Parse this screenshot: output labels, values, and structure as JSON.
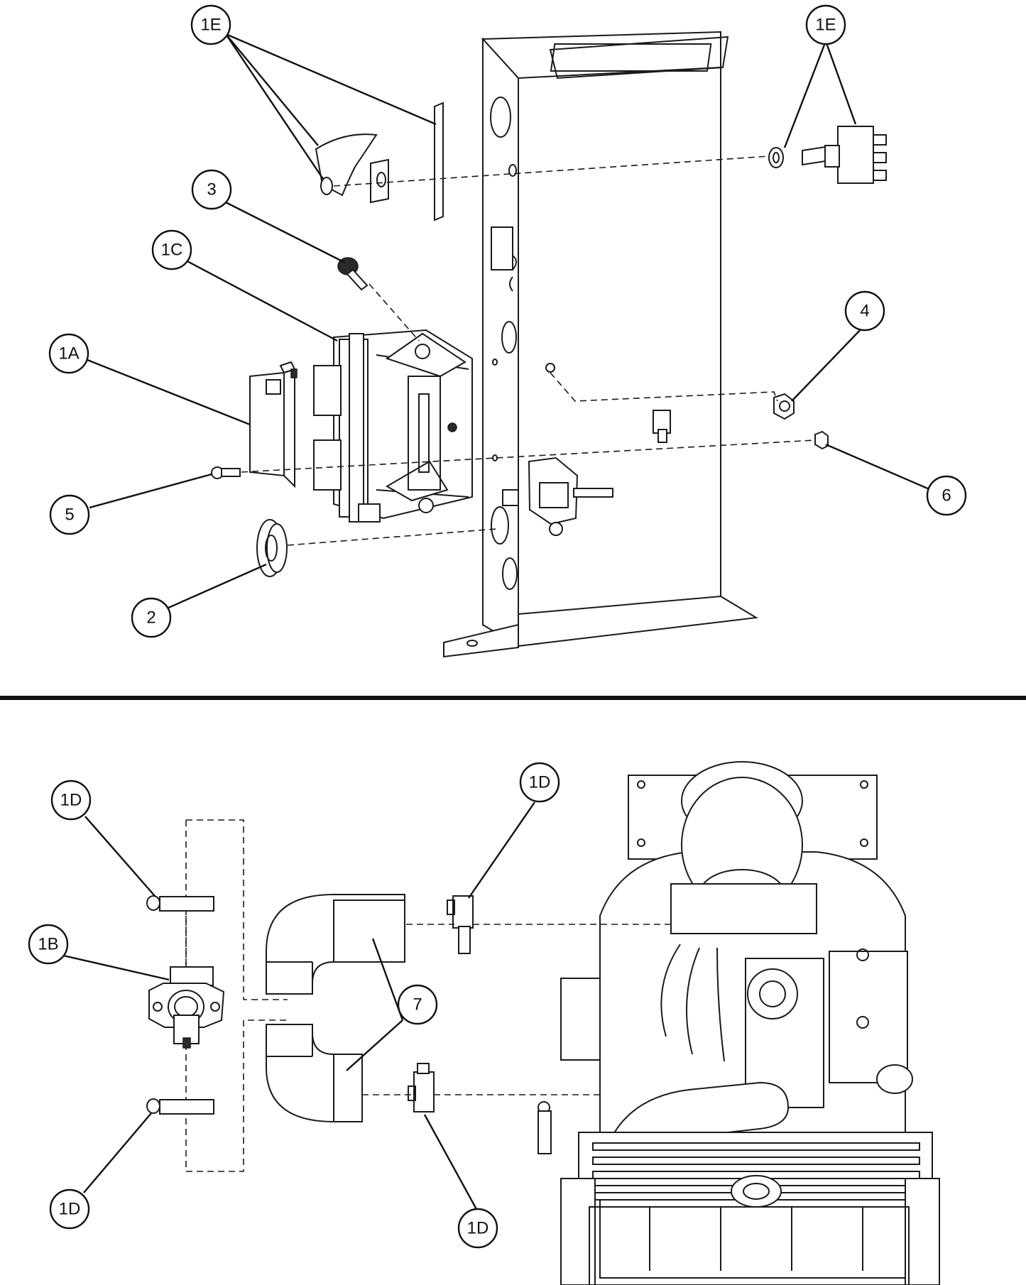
{
  "callouts": {
    "c1e_left": "1E",
    "c1e_right": "1E",
    "c3": "3",
    "c1c": "1C",
    "c1a": "1A",
    "c4": "4",
    "c5": "5",
    "c6": "6",
    "c2": "2",
    "c1d_top_left": "1D",
    "c1d_top_center": "1D",
    "c1b": "1B",
    "c7": "7",
    "c1d_bottom_left": "1D",
    "c1d_bottom_center": "1D"
  },
  "colors": {
    "line": "#1a1a1a",
    "background": "#ffffff"
  }
}
